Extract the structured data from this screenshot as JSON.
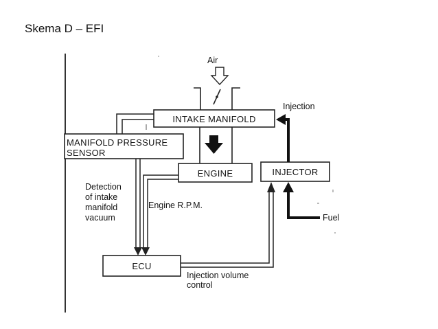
{
  "slide": {
    "title": "Skema D – EFI"
  },
  "diagram": {
    "nodes": {
      "intake_manifold": "INTAKE MANIFOLD",
      "map_sensor_line1": "MANIFOLD PRESSURE",
      "map_sensor_line2": "SENSOR",
      "engine": "ENGINE",
      "injector": "INJECTOR",
      "ecu": "ECU"
    },
    "labels": {
      "air": "Air",
      "injection": "Injection",
      "fuel": "Fuel",
      "detection": [
        "Detection",
        "of intake",
        "manifold",
        "vacuum"
      ],
      "engine_rpm": "Engine R.P.M.",
      "injection_volume": [
        "Injection volume",
        "control"
      ]
    }
  }
}
